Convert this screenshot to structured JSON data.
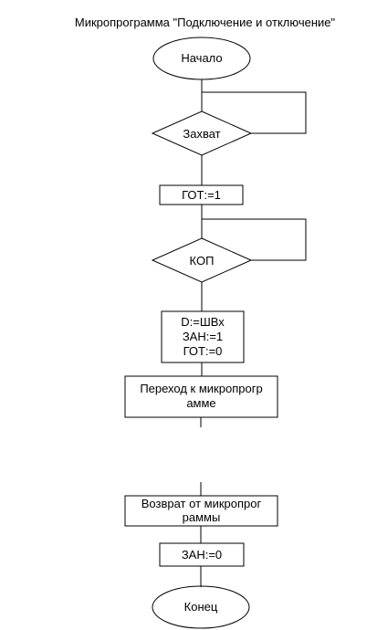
{
  "title": "Микропрограмма \"Подключение и отключение\"",
  "nodes": {
    "start": "Начало",
    "capture": "Захват",
    "got1": "ГОТ:=1",
    "kop": "КОП",
    "assign": [
      "D:=ШВх",
      "ЗАН:=1",
      "ГОТ:=0"
    ],
    "call": [
      "Переход к микропрогр",
      "амме"
    ],
    "return": [
      "Возврат от микропрог",
      "раммы"
    ],
    "zan0": "ЗАН:=0",
    "end": "Конец"
  }
}
